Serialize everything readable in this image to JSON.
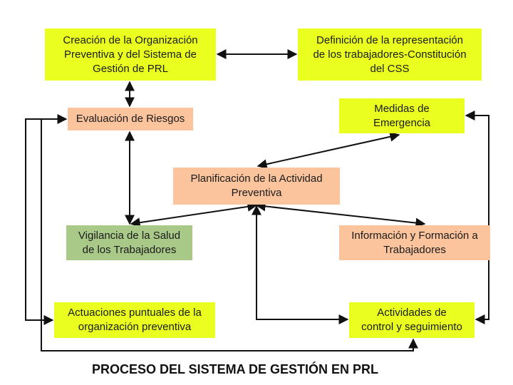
{
  "boxes": {
    "creacion": "Creación de la Organización\nPreventiva y del Sistema de\nGestión de PRL",
    "definicion": "Definición de la representación\nde los trabajadores-Constitución\ndel CSS",
    "evaluacion": "Evaluación de Riesgos",
    "medidas": "Medidas de\nEmergencia",
    "planificacion": "Planificación de la Actividad\nPreventiva",
    "vigilancia": "Vigilancia de la Salud\nde los Trabajadores",
    "informacion": "Información y Formación a\nTrabajadores",
    "actuaciones": "Actuaciones puntuales de la\norganización preventiva",
    "actividades": "Actividades de\ncontrol y seguimiento"
  },
  "title": "PROCESO DEL SISTEMA DE GESTIÓN EN PRL",
  "colors": {
    "yellow": "#eaff1f",
    "salmon": "#fbc49d",
    "green": "#a9c989",
    "line": "#111111"
  }
}
